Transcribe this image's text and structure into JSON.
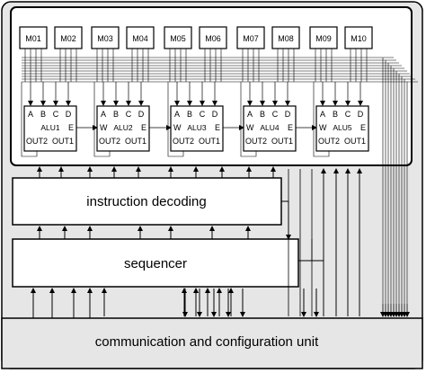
{
  "diagram": {
    "memories": [
      "M01",
      "M02",
      "M03",
      "M04",
      "M05",
      "M06",
      "M07",
      "M08",
      "M09",
      "M10"
    ],
    "alus": [
      {
        "name": "ALU1",
        "inputs": [
          "A",
          "B",
          "C",
          "D"
        ],
        "side_in": "",
        "side_out": "E",
        "outputs": [
          "OUT2",
          "OUT1"
        ]
      },
      {
        "name": "ALU2",
        "inputs": [
          "A",
          "B",
          "C",
          "D"
        ],
        "side_in": "W",
        "side_out": "E",
        "outputs": [
          "OUT2",
          "OUT1"
        ]
      },
      {
        "name": "ALU3",
        "inputs": [
          "A",
          "B",
          "C",
          "D"
        ],
        "side_in": "W",
        "side_out": "E",
        "outputs": [
          "OUT2",
          "OUT1"
        ]
      },
      {
        "name": "ALU4",
        "inputs": [
          "A",
          "B",
          "C",
          "D"
        ],
        "side_in": "W",
        "side_out": "E",
        "outputs": [
          "OUT2",
          "OUT1"
        ]
      },
      {
        "name": "ALU5",
        "inputs": [
          "A",
          "B",
          "C",
          "D"
        ],
        "side_in": "W",
        "side_out": "E",
        "outputs": [
          "OUT2",
          "OUT1"
        ]
      }
    ],
    "blocks": {
      "instruction_decoding": "instruction decoding",
      "sequencer": "sequencer",
      "communication_unit": "communication and configuration unit"
    }
  }
}
